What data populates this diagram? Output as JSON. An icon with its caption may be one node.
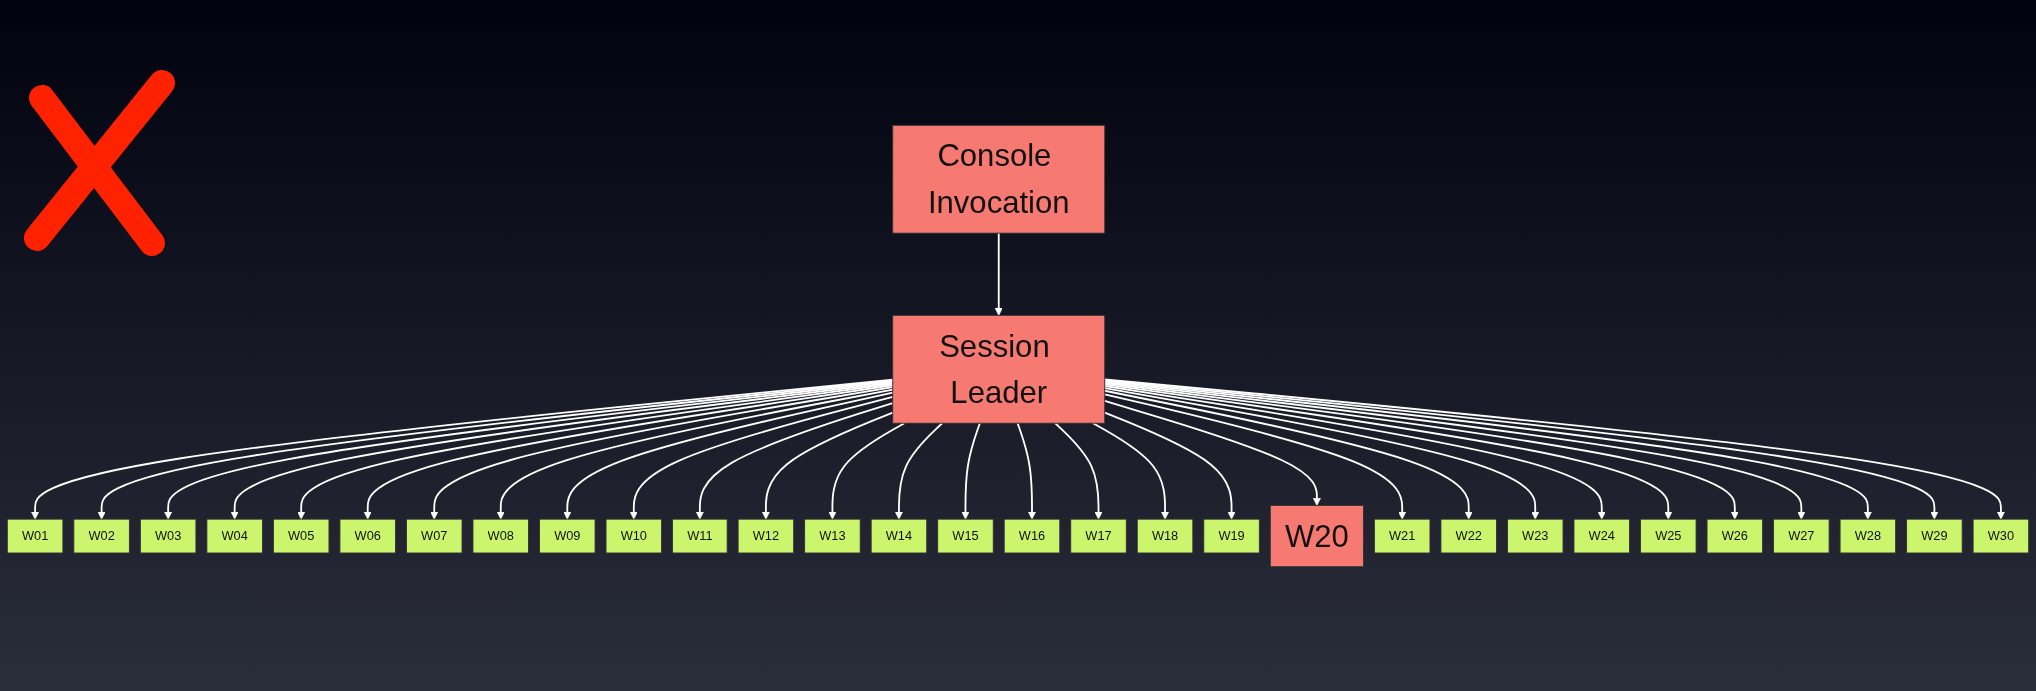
{
  "diagram": {
    "nodes": [
      {
        "text": [
          "Console Invocation"
        ]
      },
      {
        "text": [
          "Session Leader"
        ]
      },
      {
        "text": [
          "W01"
        ]
      },
      {
        "text": [
          "W02"
        ]
      },
      {
        "text": [
          "W03"
        ]
      },
      {
        "text": [
          "W04"
        ]
      },
      {
        "text": [
          "W05"
        ]
      },
      {
        "text": [
          "W06"
        ]
      },
      {
        "text": [
          "W07"
        ]
      },
      {
        "text": [
          "W08"
        ]
      },
      {
        "text": [
          "W09"
        ]
      },
      {
        "text": [
          "W10"
        ]
      },
      {
        "text": [
          "W11"
        ]
      },
      {
        "text": [
          "W12"
        ]
      },
      {
        "text": [
          "W13"
        ]
      },
      {
        "text": [
          "W14"
        ]
      },
      {
        "text": [
          "W15"
        ]
      },
      {
        "text": [
          "W16"
        ]
      },
      {
        "text": [
          "W17"
        ]
      },
      {
        "text": [
          "W18"
        ]
      },
      {
        "text": [
          "W19"
        ]
      },
      {
        "text": [
          "W20"
        ]
      },
      {
        "text": [
          "W21"
        ]
      },
      {
        "text": [
          "W22"
        ]
      },
      {
        "text": [
          "W23"
        ]
      },
      {
        "text": [
          "W24"
        ]
      },
      {
        "text": [
          "W25"
        ]
      },
      {
        "text": [
          "W26"
        ]
      },
      {
        "text": [
          "W27"
        ]
      },
      {
        "text": [
          "W28"
        ]
      },
      {
        "text": [
          "W29"
        ]
      },
      {
        "text": [
          "W30"
        ]
      }
    ],
    "edges": [
      {
        "from": 0,
        "to": 1,
        "arrow": "to"
      },
      {
        "from": 1,
        "to": 2,
        "arrow": "to"
      },
      {
        "from": 1,
        "to": 3,
        "arrow": "to"
      },
      {
        "from": 1,
        "to": 4,
        "arrow": "to"
      },
      {
        "from": 1,
        "to": 5,
        "arrow": "to"
      },
      {
        "from": 1,
        "to": 6,
        "arrow": "to"
      },
      {
        "from": 1,
        "to": 7,
        "arrow": "to"
      },
      {
        "from": 1,
        "to": 8,
        "arrow": "to"
      },
      {
        "from": 1,
        "to": 9,
        "arrow": "to"
      },
      {
        "from": 1,
        "to": 10,
        "arrow": "to"
      },
      {
        "from": 1,
        "to": 11,
        "arrow": "to"
      },
      {
        "from": 1,
        "to": 12,
        "arrow": "to"
      },
      {
        "from": 1,
        "to": 13,
        "arrow": "to"
      },
      {
        "from": 1,
        "to": 14,
        "arrow": "to"
      },
      {
        "from": 1,
        "to": 15,
        "arrow": "to"
      },
      {
        "from": 1,
        "to": 16,
        "arrow": "to"
      },
      {
        "from": 1,
        "to": 17,
        "arrow": "to"
      },
      {
        "from": 1,
        "to": 18,
        "arrow": "to"
      },
      {
        "from": 1,
        "to": 19,
        "arrow": "to"
      },
      {
        "from": 1,
        "to": 20,
        "arrow": "to"
      },
      {
        "from": 1,
        "to": 21,
        "arrow": "to"
      },
      {
        "from": 1,
        "to": 22,
        "arrow": "to"
      },
      {
        "from": 1,
        "to": 23,
        "arrow": "to"
      },
      {
        "from": 1,
        "to": 24,
        "arrow": "to"
      },
      {
        "from": 1,
        "to": 25,
        "arrow": "to"
      },
      {
        "from": 1,
        "to": 26,
        "arrow": "to"
      },
      {
        "from": 1,
        "to": 27,
        "arrow": "to"
      },
      {
        "from": 1,
        "to": 28,
        "arrow": "to"
      },
      {
        "from": 1,
        "to": 29,
        "arrow": "to"
      },
      {
        "from": 1,
        "to": 30,
        "arrow": "to"
      },
      {
        "from": 1,
        "to": 31,
        "arrow": "to"
      }
    ]
  }
}
